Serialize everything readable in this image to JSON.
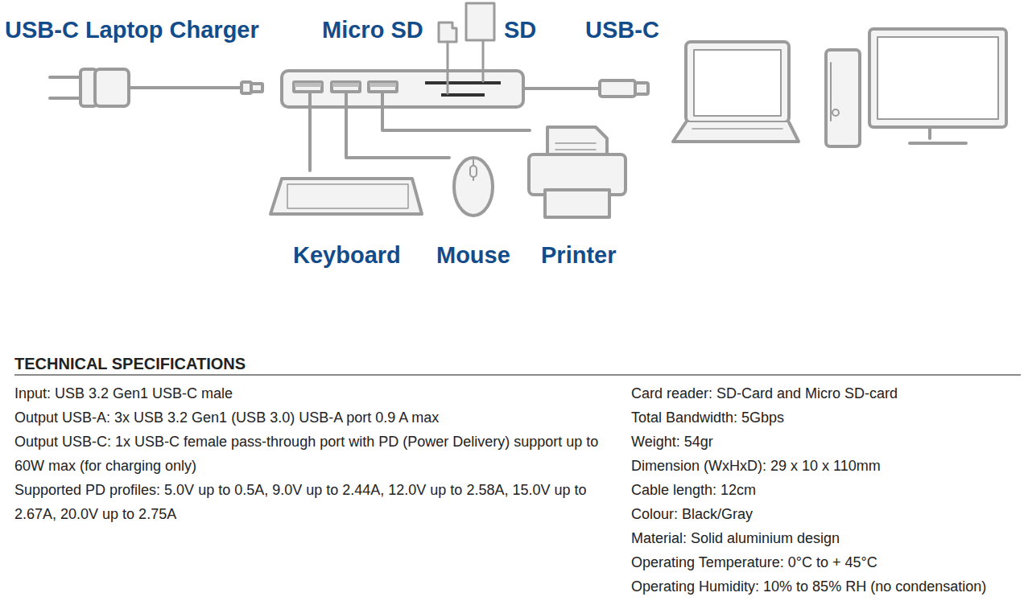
{
  "diagram": {
    "title": "TECHNICAL SPECIFICATIONS",
    "labels": [
      "USB-C Laptop Charger",
      "Micro SD",
      "SD",
      "USB-C",
      "Keyboard",
      "Mouse",
      "Printer",
      "Input: USB 3.2 Gen1 USB-C male",
      "Output USB-A: 3x USB 3.2 Gen1 (USB 3.0) USB-A port 0.9 A max",
      "Output USB-C: 1x USB-C female pass-through port with PD (Power Delivery) support up to 60W max (for charging only)",
      "Supported PD profiles: 5.0V up to 0.5A, 9.0V up to 2.44A, 12.0V up to 2.58A, 15.0V up to 2.67A, 20.0V up to 2.75A",
      "Card reader: SD-Card and Micro SD-card",
      "Total Bandwidth: 5Gbps",
      "Weight: 54gr",
      "Dimension (WxHxD): 29 x 10 x 110mm",
      "Cable length: 12cm",
      "Colour: Black/Gray",
      "Material: Solid aluminium design",
      "Operating Temperature: 0°C to + 45°C",
      "Operating Humidity: 10% to 85% RH (no condensation)"
    ]
  }
}
